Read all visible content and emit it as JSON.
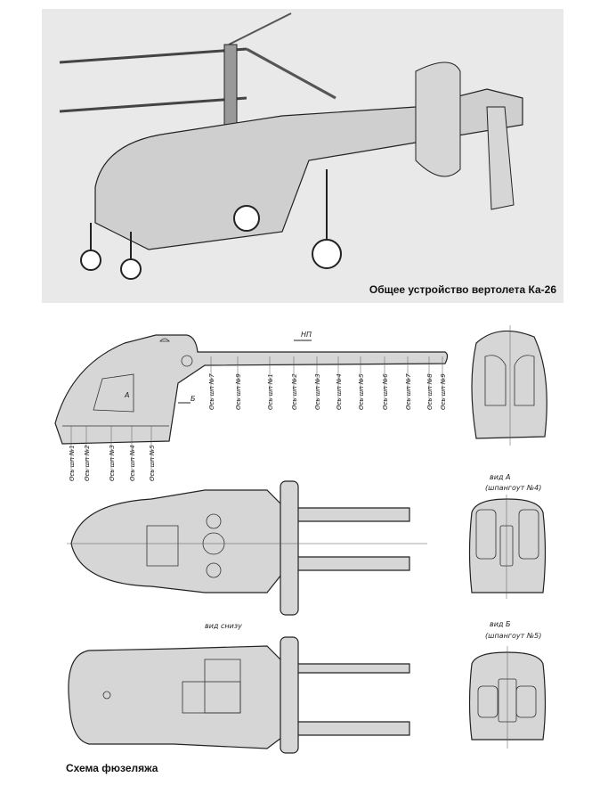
{
  "photo": {
    "caption": "Общее устройство вертолета Ка-26"
  },
  "side_view": {
    "arrow_flight": "НП",
    "arrow_a": "А",
    "arrow_b": "Б",
    "upper_stations": [
      "Ось шп №7",
      "Ось шп №9",
      "Ось шп №1",
      "Ось шп №2",
      "Ось шп №3",
      "Ось шп №4",
      "Ось шп №5",
      "Ось шп №6",
      "Ось шп №7",
      "Ось шп №8",
      "Ось шп №9"
    ],
    "lower_stations": [
      "Ось шп №1",
      "Ось шп №2",
      "Ось шп №3",
      "Ось шп №4",
      "Ось шп №5"
    ]
  },
  "view_a": {
    "title": "вид А",
    "subtitle": "(шпангоут №4)"
  },
  "view_b": {
    "title": "вид Б",
    "subtitle": "(шпангоут №5)"
  },
  "bottom_view": {
    "label": "вид снизу"
  },
  "caption": "Схема фюзеляжа"
}
